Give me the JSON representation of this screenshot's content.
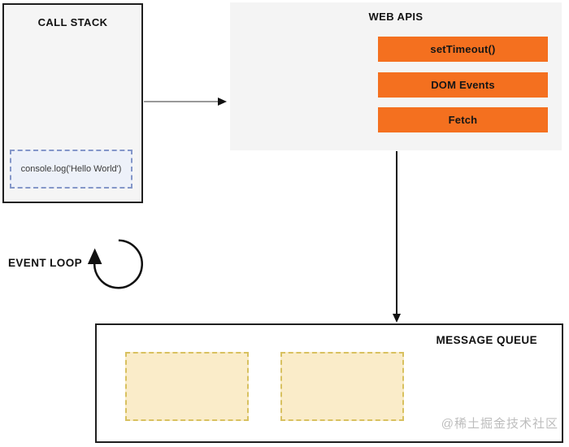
{
  "call_stack": {
    "title": "CALL STACK",
    "frame_text": "console.log('Hello World')"
  },
  "web_apis": {
    "title": "WEB APIS",
    "items": [
      {
        "label": "setTimeout()"
      },
      {
        "label": "DOM Events"
      },
      {
        "label": "Fetch"
      }
    ]
  },
  "event_loop": {
    "label": "EVENT LOOP"
  },
  "message_queue": {
    "title": "MESSAGE QUEUE",
    "slot_count": 2
  },
  "watermark": "@稀土掘金技术社区",
  "colors": {
    "api_bar_orange": "#f4701f",
    "panel_gray": "#f4f4f4",
    "box_border_black": "#1f1f1f",
    "queue_slot_fill": "#faecc9",
    "queue_slot_border": "#d8c160",
    "stack_frame_fill": "#edf1f9",
    "stack_frame_border": "#8497c9",
    "watermark_gray": "#bdbdbd"
  }
}
